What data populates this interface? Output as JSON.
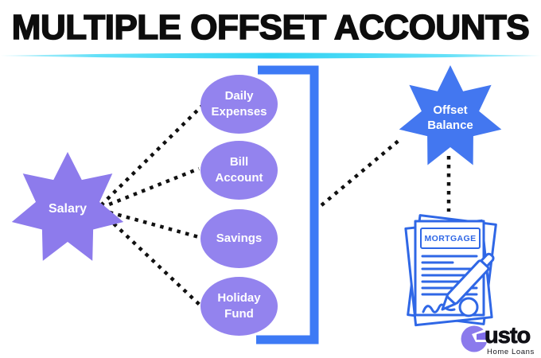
{
  "title": "MULTIPLE OFFSET ACCOUNTS",
  "diagram": {
    "source": {
      "label": "Salary"
    },
    "accounts": [
      {
        "label": "Daily Expenses"
      },
      {
        "label": "Bill Account"
      },
      {
        "label": "Savings"
      },
      {
        "label": "Holiday Fund"
      }
    ],
    "result": {
      "label": "Offset Balance"
    },
    "document": {
      "label": "MORTGAGE"
    }
  },
  "logo": {
    "brand": "usto",
    "tagline": "Home Loans"
  },
  "colors": {
    "purple": "#9383ee",
    "star_purple": "#8d7bec",
    "blue": "#3d7af5",
    "star_blue": "#4377f0",
    "doc_blue": "#2f67e6",
    "divider_cyan": "#2fd2f3",
    "ink": "#0d0d0d",
    "connector": "#111111"
  }
}
